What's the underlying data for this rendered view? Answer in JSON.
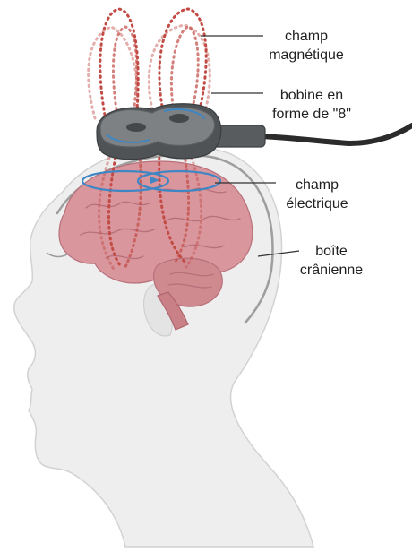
{
  "labels": {
    "magnetic_field": [
      "champ",
      "magnétique"
    ],
    "coil": [
      "bobine en",
      "forme de \"8\""
    ],
    "electric_field": [
      "champ",
      "électrique"
    ],
    "skull": [
      "boîte",
      "crânienne"
    ]
  },
  "colors": {
    "skin": "#eeeeee",
    "skin_outline": "#d2d2d2",
    "brain": "#d9969d",
    "brain_dark": "#b8707a",
    "cerebellum": "#cf8a90",
    "skull_line": "#9e9e9e",
    "coil_body": "#5f6366",
    "coil_top": "#7d8184",
    "cable": "#2b2b2b",
    "magnetic_field": "#c24b45",
    "electric_field": "#3f86c4",
    "leader": "#333333"
  }
}
